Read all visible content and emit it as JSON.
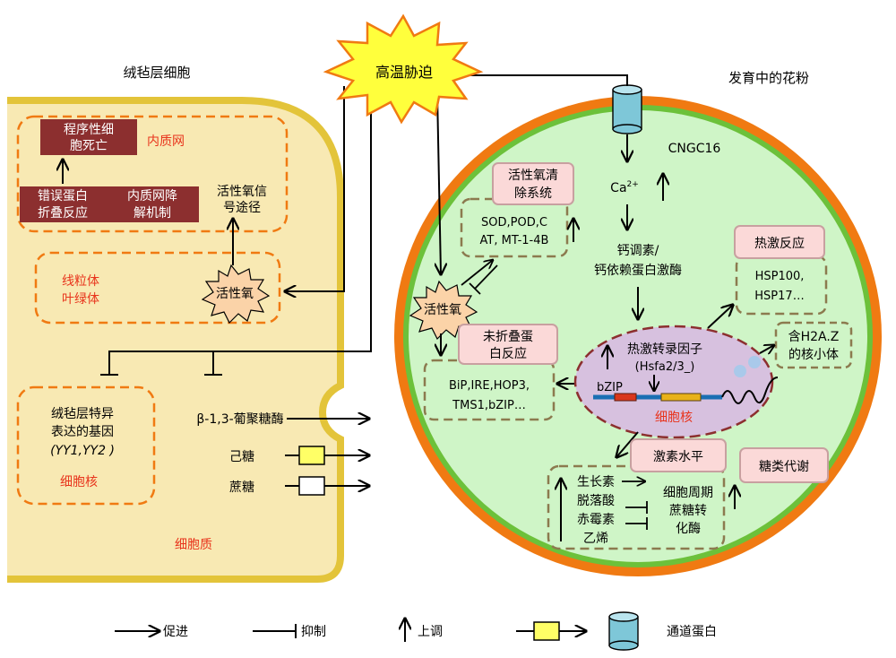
{
  "stress": {
    "label": "高温胁迫"
  },
  "tapetum": {
    "title": "绒毡层细胞",
    "er": {
      "label": "内质网",
      "pcd": [
        "程序性细",
        "胞死亡"
      ],
      "upr": [
        "错误蛋白",
        "折叠反应"
      ],
      "erad": [
        "内质网降",
        "解机制"
      ],
      "ros_signal": [
        "活性氧信",
        "号途径"
      ]
    },
    "organelles": [
      "线粒体",
      "叶绿体"
    ],
    "ros": "活性氧",
    "nucleus": {
      "genes": [
        "绒毡层特异",
        "表达的基因"
      ],
      "gene_names": "(YY1,YY2 )",
      "label": "细胞核"
    },
    "glucanase": "β-1,3-葡聚糖酶",
    "hexose": "己糖",
    "sucrose": "蔗糖",
    "cytoplasm": "细胞质"
  },
  "pollen": {
    "title": "发育中的花粉",
    "cngc": "CNGC16",
    "ca": "Ca",
    "ca_sup": "2+",
    "cam": [
      "钙调素/",
      "钙依赖蛋白激酶"
    ],
    "ros_scavenge": {
      "title": [
        "活性氧清",
        "除系统"
      ],
      "items": [
        "SOD,POD,C",
        "AT, MT-1-4B"
      ]
    },
    "ros": "活性氧",
    "upr": {
      "title": [
        "未折叠蛋",
        "白反应"
      ],
      "items": [
        "BiP,IRE,HOP3,",
        "TMS1,bZIP…"
      ]
    },
    "heat_shock": {
      "title": "热激反应",
      "items": [
        "HSP100,",
        "HSP17…"
      ]
    },
    "nucleus": {
      "hsf": [
        "热激转录因子",
        "(Hsfa2/3_)"
      ],
      "bzip": "bZIP",
      "label": "细胞核",
      "h2az": [
        "含H2A.Z",
        "的核小体"
      ]
    },
    "hormone": {
      "title": "激素水平",
      "items": [
        "生长素",
        "脱落酸",
        "赤霉素",
        "乙烯"
      ],
      "targets": [
        "细胞周期",
        "蔗糖转",
        "化酶"
      ]
    },
    "sugar": "糖类代谢"
  },
  "legend": {
    "promote": "促进",
    "inhibit": "抑制",
    "upregulate": "上调",
    "channel": "通道蛋白"
  },
  "colors": {
    "tapetum_fill": "#f8e9b3",
    "tapetum_border": "#e3c43a",
    "pollen_fill": "#cff5c7",
    "pollen_border": "#f07a12",
    "pollen_border_outer": "#6cc13a",
    "er_box": "#8c2f2f",
    "pink_box": "#fbd9d8",
    "nucleus_fill": "#d7c1df",
    "red_text": "#e8341c"
  }
}
